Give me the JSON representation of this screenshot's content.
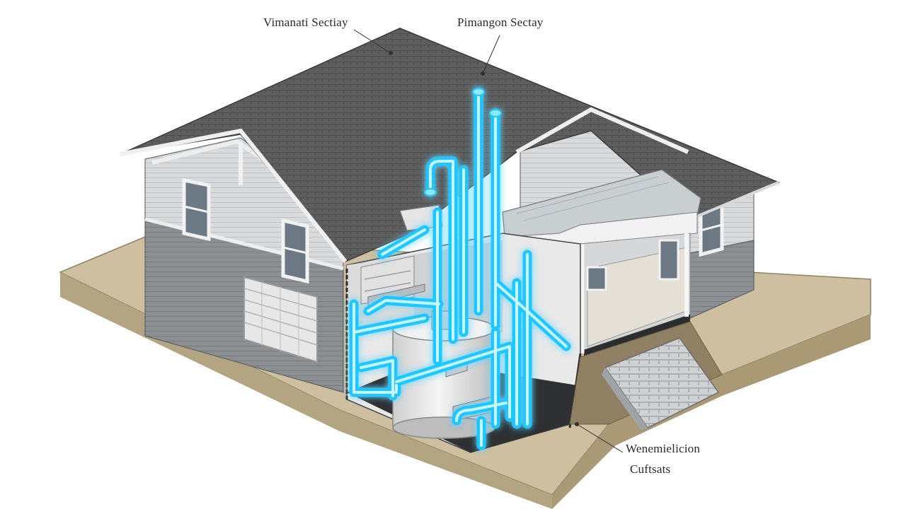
{
  "diagram": {
    "callouts": {
      "top_left": "Vimanati Sectiay",
      "top_right": "Pimangon Sectay",
      "bottom_line1": "Wenemielicion",
      "bottom_line2": "Cuftsats"
    },
    "colors": {
      "background": "#ffffff",
      "pipe_glow": "#1ec8ff",
      "pipe_core": "#bff3ff",
      "roof": "#5f5f5f",
      "siding": "#d7d9da",
      "lower_siding": "#8a8d90",
      "ground": "#cdbf9f",
      "ground_side": "#a89978",
      "tank": "#e9e9e9",
      "basement_floor": "#2e3032"
    }
  }
}
